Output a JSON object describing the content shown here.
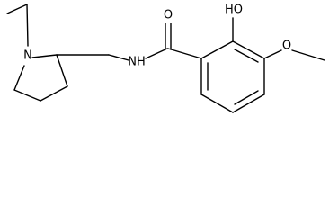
{
  "atom_labels": {
    "pyrrolidine_n": "N",
    "amide_n": "NH",
    "carbonyl_o": "O",
    "hydroxyl": "HO",
    "methoxy_o": "O"
  },
  "colors": {
    "background": "#ffffff",
    "bond": "#000000",
    "text": "#000000"
  }
}
